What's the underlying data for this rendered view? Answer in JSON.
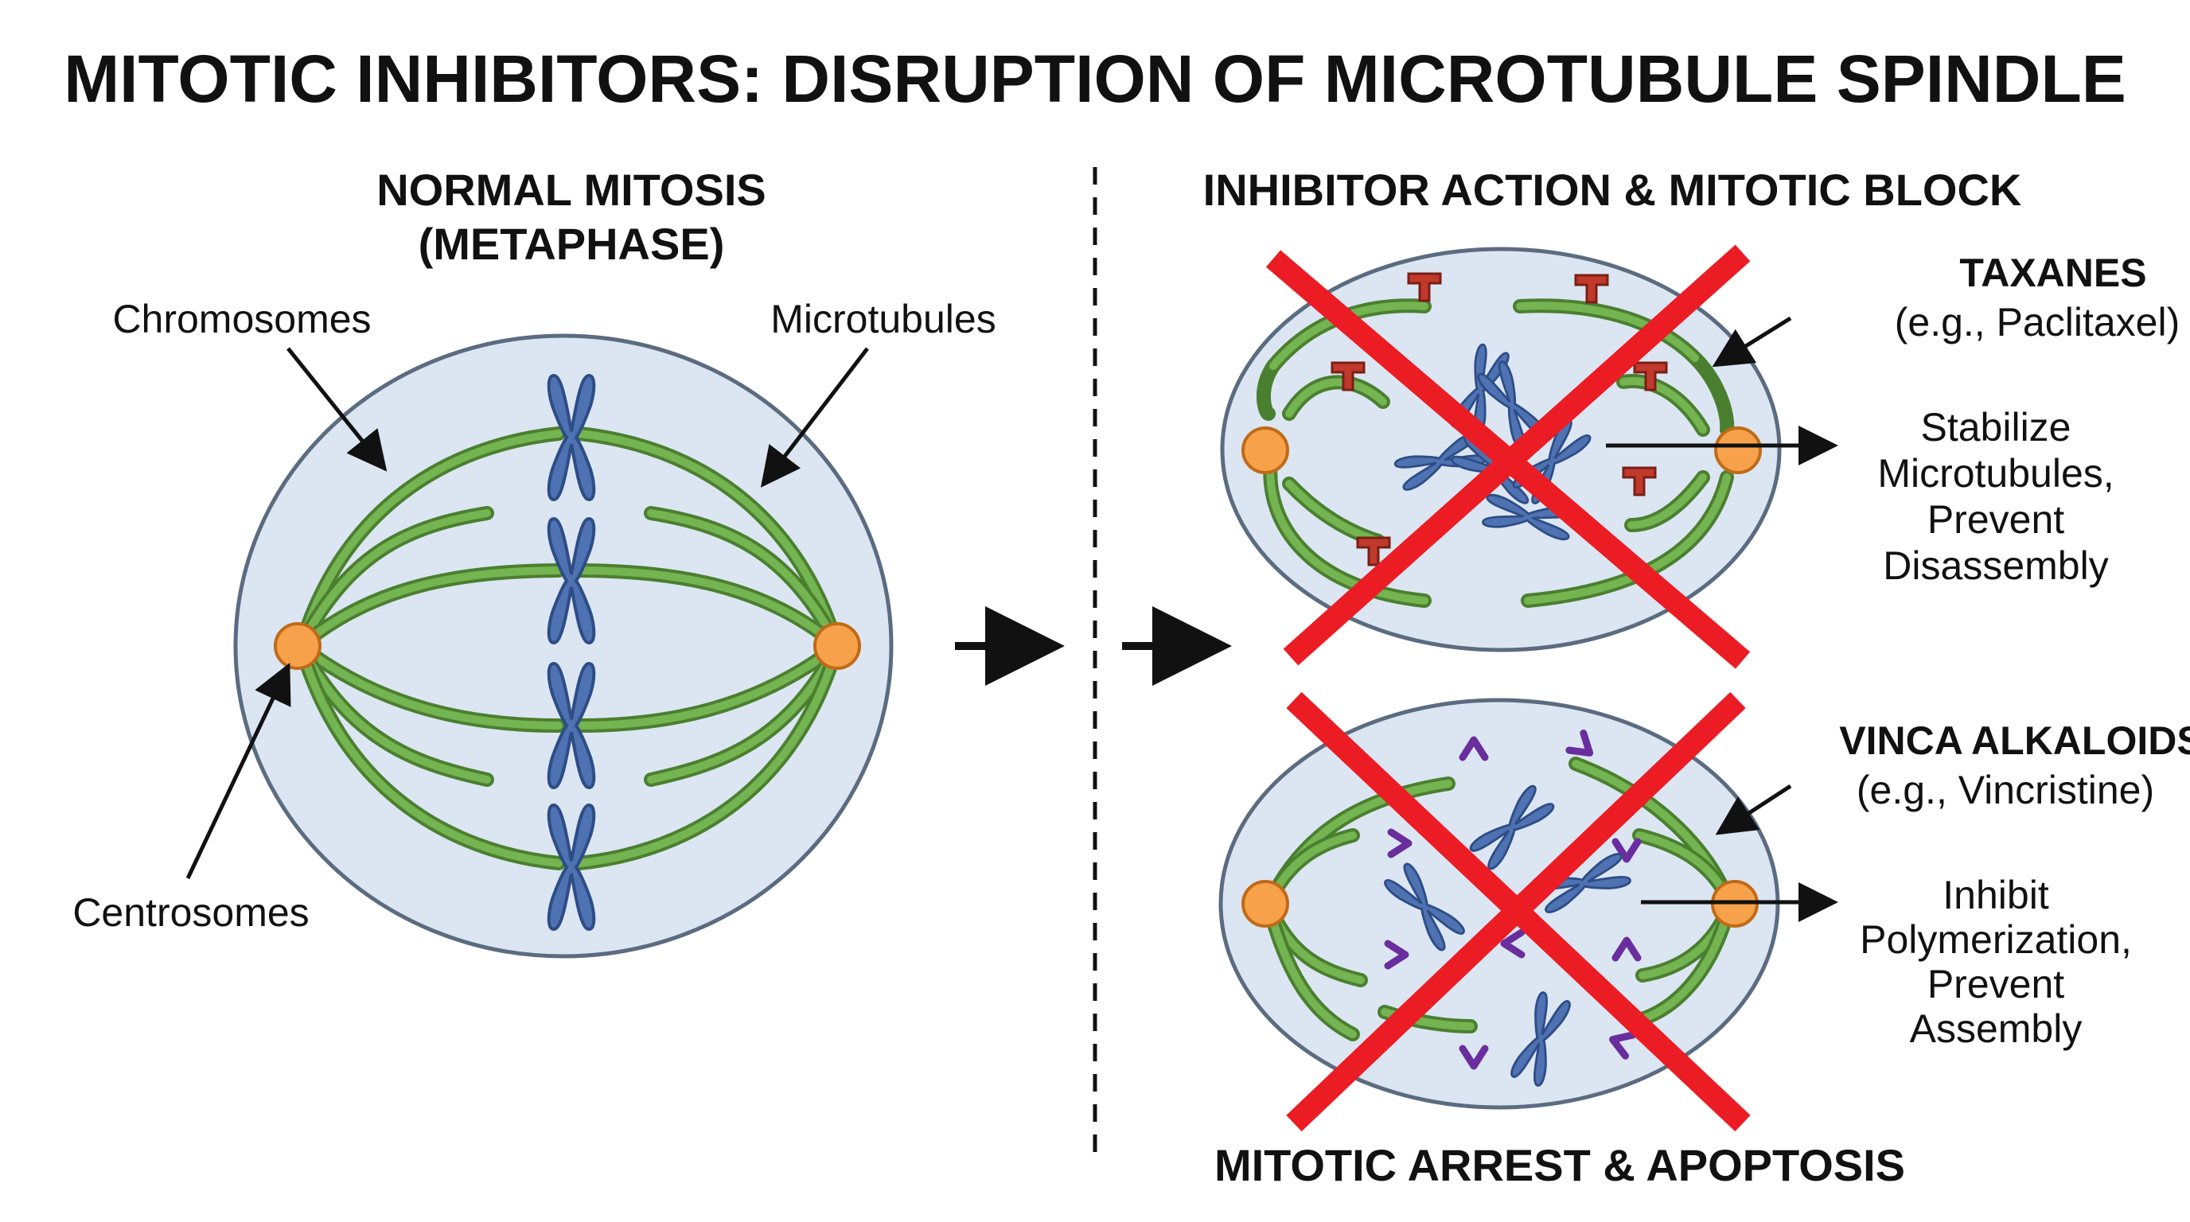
{
  "title": "MITOTIC INHIBITORS: DISRUPTION OF MICROTUBULE SPINDLE",
  "normal": {
    "heading_line1": "NORMAL MITOSIS",
    "heading_line2": "(METAPHASE)",
    "labels": {
      "chromosomes": "Chromosomes",
      "microtubules": "Microtubules",
      "centrosomes": "Centrosomes"
    }
  },
  "inhibitor": {
    "heading": "INHIBITOR ACTION & MITOTIC BLOCK",
    "taxanes": {
      "name": "TAXANES",
      "example": "(e.g., Paclitaxel)",
      "effect_lines": [
        "Stabilize",
        "Microtubules,",
        "Prevent",
        "Disassembly"
      ]
    },
    "vinca": {
      "name": "VINCA ALKALOIDS",
      "example": "(e.g., Vincristine)",
      "effect_lines": [
        "Inhibit",
        "Polymerization,",
        "Prevent",
        "Assembly"
      ]
    },
    "footer": "MITOTIC ARREST & APOPTOSIS"
  },
  "colors": {
    "cell_fill": "#dbe6f2",
    "microtubule": "#4b7f30",
    "centrosome": "#f7a24a",
    "chromosome": "#4e72b2",
    "block_cross": "#ec1c24",
    "taxane_marker": "#c0392b",
    "vinca_marker": "#6a2d9e"
  }
}
